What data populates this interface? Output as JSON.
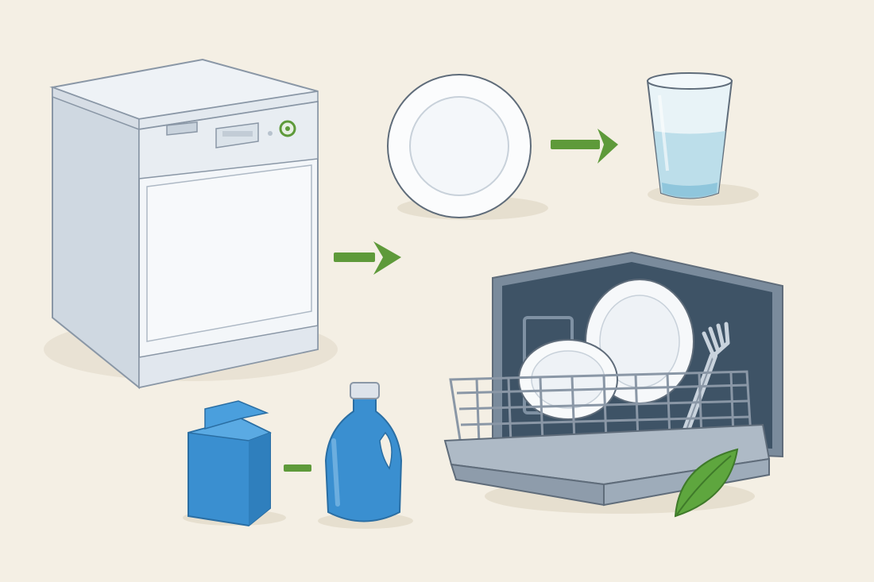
{
  "scene": {
    "background": "#f4efe4",
    "illustration": "dishwasher-workflow",
    "items": [
      {
        "name": "dishwasher",
        "icon": "dishwasher-icon"
      },
      {
        "name": "plate",
        "icon": "plate-icon"
      },
      {
        "name": "glass",
        "icon": "glass-icon"
      },
      {
        "name": "dish-rack",
        "icon": "dish-rack-icon"
      },
      {
        "name": "detergent-carton",
        "icon": "carton-icon"
      },
      {
        "name": "detergent-bottle",
        "icon": "bottle-icon"
      },
      {
        "name": "leaf",
        "icon": "leaf-icon"
      }
    ],
    "colors": {
      "arrow": "#5e9a3a",
      "appliance": "#e9eef3",
      "appliance_outline": "#8a97a6",
      "detergent": "#3a8fd0",
      "rack_interior": "#3e5366",
      "leaf": "#5ea63e"
    }
  }
}
